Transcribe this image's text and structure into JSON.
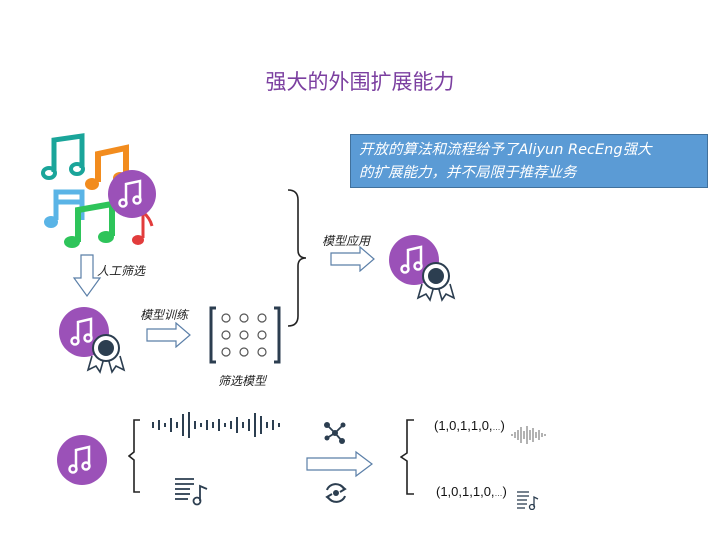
{
  "page": {
    "title": "强大的外围扩展能力"
  },
  "callout": {
    "text_line1": "开放的算法和流程给予了Aliyun RecEng强大",
    "text_line2": "的扩展能力，并不局限于推荐业务"
  },
  "labels": {
    "manual_filter": "人工筛选",
    "model_training": "模型训练",
    "filter_model": "筛选模型",
    "model_apply": "模型应用"
  },
  "vectors": {
    "audio_vector_main": "(1,0,1,1,0,",
    "audio_vector_ellipsis": "…",
    "audio_vector_close": ")",
    "score_vector_main": "(1,0,1,1,0,",
    "score_vector_ellipsis": "…",
    "score_vector_close": ")"
  },
  "icons": {
    "music_disc": "purple-disc-music-note-icon",
    "award": "award-ribbon-icon",
    "music_notes": "colorful-music-notes-icon",
    "waveform": "audio-waveform-icon",
    "score": "music-score-icon",
    "network": "network-share-icon",
    "refresh": "refresh-cycle-icon"
  },
  "colors": {
    "title": "#7b3fa0",
    "callout_bg": "#5b9bd5",
    "disc": "#9b51b8"
  }
}
